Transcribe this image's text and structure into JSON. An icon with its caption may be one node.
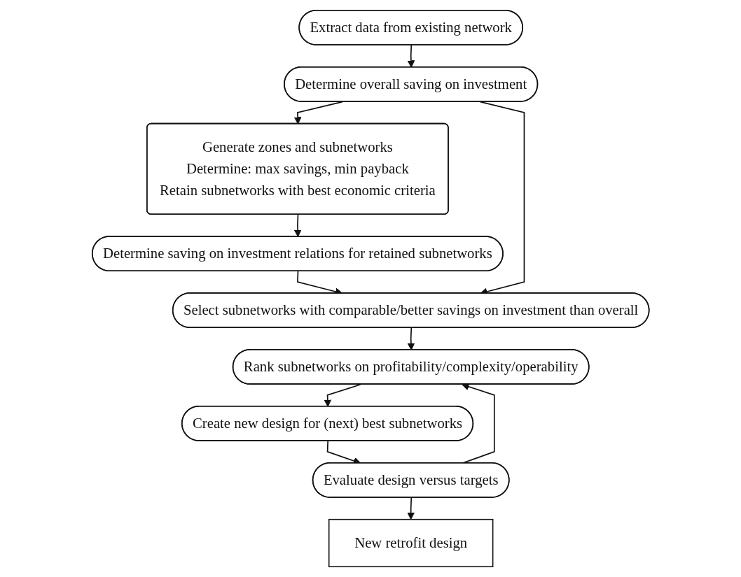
{
  "diagram": {
    "nodes": [
      {
        "text": [
          "Extract data from existing network"
        ]
      },
      {
        "text": [
          "Determine overall saving on investment"
        ]
      },
      {
        "text": [
          "Generate zones and subnetworks",
          "Determine: max savings, min payback",
          "Retain subnetworks with best economic criteria"
        ]
      },
      {
        "text": [
          "Determine saving on investment relations for retained subnetworks"
        ]
      },
      {
        "text": [
          "Select subnetworks with comparable/better savings on investment than overall"
        ]
      },
      {
        "text": [
          "Rank subnetworks on profitability/complexity/operability"
        ]
      },
      {
        "text": [
          "Create new design for (next) best subnetworks"
        ]
      },
      {
        "text": [
          "Evaluate design versus targets"
        ]
      },
      {
        "text": [
          "New retrofit design"
        ]
      }
    ],
    "edges": [
      {
        "from": 0,
        "to": 1,
        "arrow": "to"
      },
      {
        "from": 1,
        "to": 2,
        "arrow": "to"
      },
      {
        "from": 2,
        "to": 3,
        "arrow": "to"
      },
      {
        "from": 3,
        "to": 4,
        "arrow": "to"
      },
      {
        "from": 1,
        "to": 4,
        "arrow": "to"
      },
      {
        "from": 4,
        "to": 5,
        "arrow": "to"
      },
      {
        "from": 5,
        "to": 6,
        "arrow": "to"
      },
      {
        "from": 6,
        "to": 7,
        "arrow": "to"
      },
      {
        "from": 7,
        "to": 5,
        "arrow": "to"
      },
      {
        "from": 7,
        "to": 8,
        "arrow": "to"
      }
    ]
  }
}
